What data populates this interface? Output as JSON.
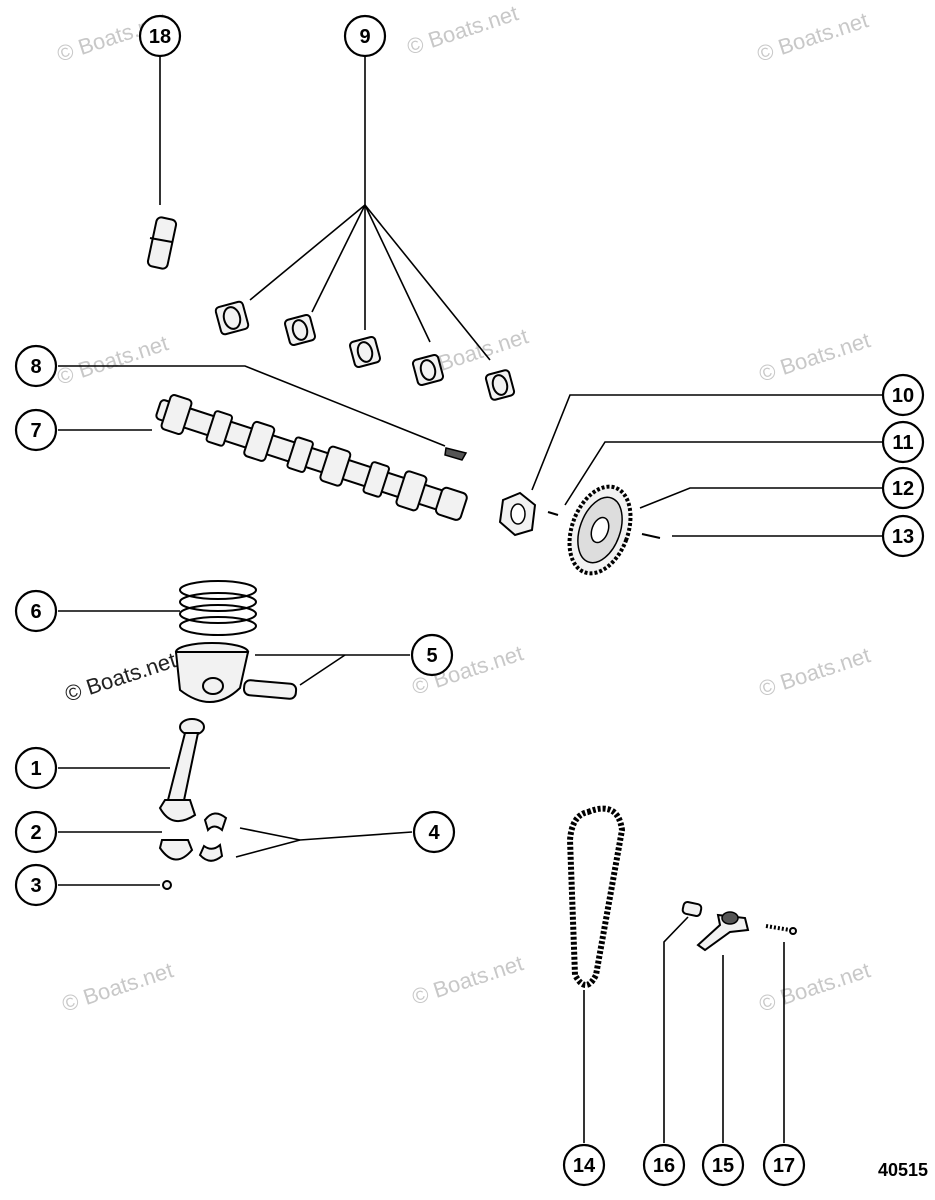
{
  "callouts": {
    "c1": "1",
    "c2": "2",
    "c3": "3",
    "c4": "4",
    "c5": "5",
    "c6": "6",
    "c7": "7",
    "c8": "8",
    "c9": "9",
    "c10": "10",
    "c11": "11",
    "c12": "12",
    "c13": "13",
    "c14": "14",
    "c15": "15",
    "c16": "16",
    "c17": "17",
    "c18": "18"
  },
  "watermark": "© Boats.net",
  "figure_number": "40515"
}
